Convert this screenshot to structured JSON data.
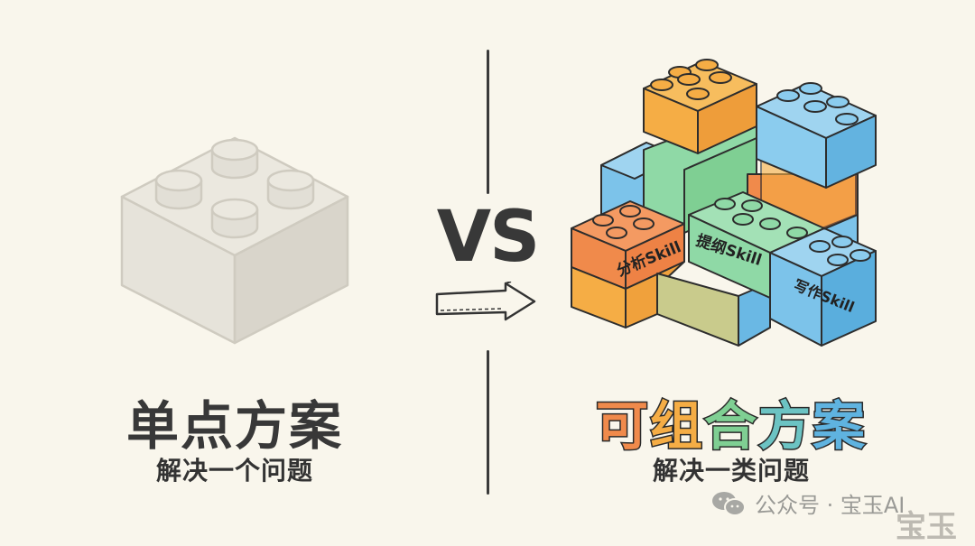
{
  "left_panel": {
    "title": "单点方案",
    "subtitle": "解决一个问题",
    "illustration": "single-gray-lego-brick-icon",
    "brick_color": "#e4e1d7"
  },
  "center": {
    "vs_label": "VS",
    "arrow": "right-arrow-icon",
    "divider_color": "#3a3a3a"
  },
  "right_panel": {
    "title_chars": [
      {
        "char": "可",
        "color": "#f08a4b"
      },
      {
        "char": "组",
        "color": "#f5ad45"
      },
      {
        "char": "合",
        "color": "#7fcf93"
      },
      {
        "char": "方",
        "color": "#6cc3c3"
      },
      {
        "char": "案",
        "color": "#5fb3e0"
      }
    ],
    "subtitle": "解决一类问题",
    "illustration": "stacked-colorful-lego-bricks-icon",
    "brick_labels": [
      "分析Skill",
      "提纲Skill",
      "写作Skill"
    ],
    "colors": {
      "orange": "#f08a4b",
      "yellow": "#f5ad45",
      "green": "#8fd9a6",
      "blue": "#7cc3ea"
    }
  },
  "watermark": {
    "icon": "wechat-icon",
    "text": "公众号 · 宝玉AI",
    "seal": "宝玉"
  },
  "background": "#f9f6ec"
}
